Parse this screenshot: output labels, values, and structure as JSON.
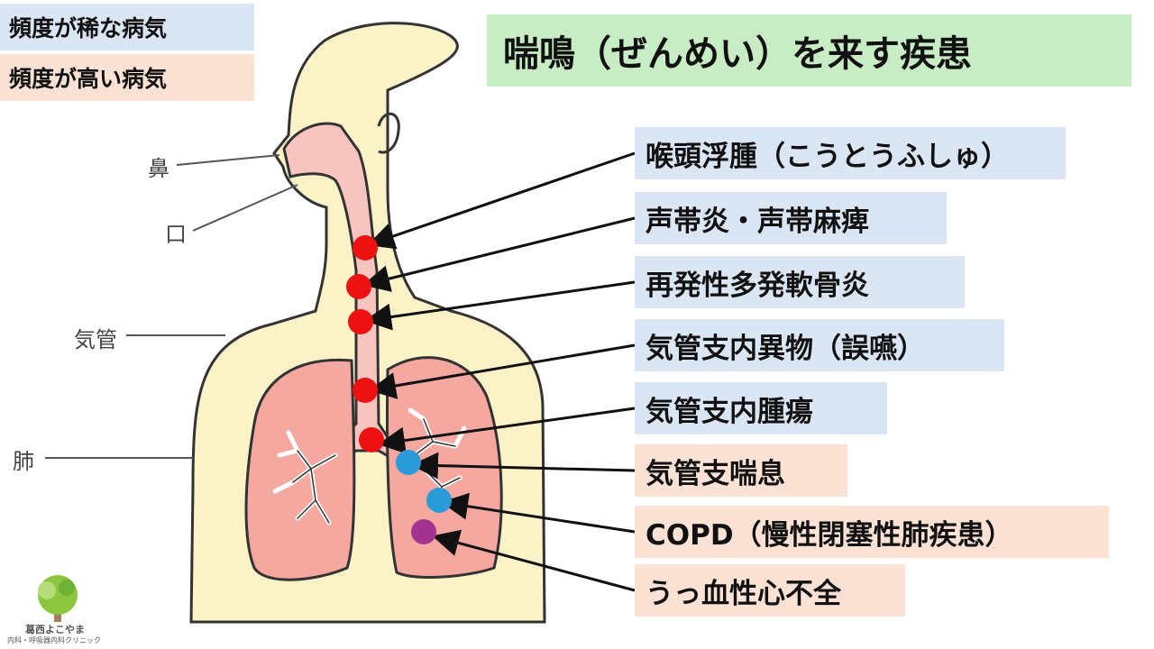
{
  "title": "喘鳴（ぜんめい）を来す疾患",
  "legend": {
    "rare": "頻度が稀な病気",
    "common": "頻度が高い病気"
  },
  "colors": {
    "rare": "#dbe6f4",
    "common": "#fbe2d4",
    "title_bg": "#c8ecc4",
    "dot_red": "#ee1111",
    "dot_blue": "#2a9ad8",
    "dot_purple": "#a2338e"
  },
  "anatomy": {
    "nose": "鼻",
    "mouth": "口",
    "trachea": "気管",
    "lung": "肺"
  },
  "diseases": [
    {
      "label": "喉頭浮腫（こうとうふしゅ）",
      "frequency": "rare",
      "marker": "red"
    },
    {
      "label": "声帯炎・声帯麻痺",
      "frequency": "rare",
      "marker": "red"
    },
    {
      "label": "再発性多発軟骨炎",
      "frequency": "rare",
      "marker": "red"
    },
    {
      "label": "気管支内異物（誤嚥）",
      "frequency": "rare",
      "marker": "red"
    },
    {
      "label": "気管支内腫瘍",
      "frequency": "rare",
      "marker": "red"
    },
    {
      "label": "気管支喘息",
      "frequency": "common",
      "marker": "blue"
    },
    {
      "label": "COPD（慢性閉塞性肺疾患）",
      "frequency": "common",
      "marker": "blue"
    },
    {
      "label": "うっ血性心不全",
      "frequency": "common",
      "marker": "purple"
    }
  ],
  "logo": {
    "name": "葛西よこやま",
    "subtitle": "内科・呼吸器内科クリニック"
  }
}
